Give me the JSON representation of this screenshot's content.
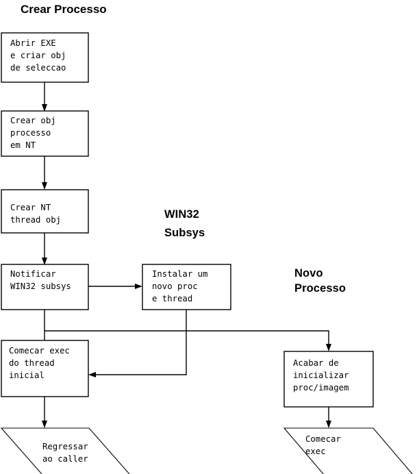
{
  "diagram": {
    "title": "Crear Processo",
    "labels": [
      {
        "id": "win32-subsys",
        "line1": "WIN32",
        "line2": "Subsys"
      },
      {
        "id": "novo-processo",
        "line1": "Novo",
        "line2": "Processo"
      }
    ],
    "nodes": [
      {
        "id": "abrir-exe",
        "shape": "process",
        "lines": [
          "Abrir EXE",
          "e criar obj",
          "de seleccao"
        ]
      },
      {
        "id": "crear-obj-processo",
        "shape": "process",
        "lines": [
          "Crear obj",
          "processo",
          "em NT"
        ]
      },
      {
        "id": "crear-nt-thread",
        "shape": "process",
        "lines": [
          "Crear NT",
          "thread obj"
        ]
      },
      {
        "id": "notificar-win32",
        "shape": "process",
        "lines": [
          "Notificar",
          "WIN32 subsys"
        ]
      },
      {
        "id": "instalar-novo-proc",
        "shape": "process",
        "lines": [
          "Instalar um",
          "novo proc",
          "e thread"
        ]
      },
      {
        "id": "comecar-exec-thread",
        "shape": "process",
        "lines": [
          "Comecar exec",
          "do thread",
          "inicial"
        ]
      },
      {
        "id": "acabar-inicializar",
        "shape": "process",
        "lines": [
          "Acabar de",
          "inicializar",
          "proc/imagem"
        ]
      },
      {
        "id": "regressar-ao-caller",
        "shape": "parallelogram",
        "lines": [
          "Regressar",
          "ao caller"
        ]
      },
      {
        "id": "comecar-exec",
        "shape": "parallelogram",
        "lines": [
          "Comecar",
          "exec"
        ]
      }
    ],
    "edges": [
      {
        "from": "abrir-exe",
        "to": "crear-obj-processo"
      },
      {
        "from": "crear-obj-processo",
        "to": "crear-nt-thread"
      },
      {
        "from": "crear-nt-thread",
        "to": "notificar-win32"
      },
      {
        "from": "notificar-win32",
        "to": "instalar-novo-proc"
      },
      {
        "from": "notificar-win32",
        "to": "comecar-exec-thread"
      },
      {
        "from": "instalar-novo-proc",
        "to": "comecar-exec-thread"
      },
      {
        "from": "instalar-novo-proc",
        "to": "acabar-inicializar"
      },
      {
        "from": "comecar-exec-thread",
        "to": "regressar-ao-caller"
      },
      {
        "from": "acabar-inicializar",
        "to": "comecar-exec"
      }
    ],
    "colors": {
      "background": "#ffffff",
      "stroke": "#000000",
      "text": "#000000"
    }
  }
}
